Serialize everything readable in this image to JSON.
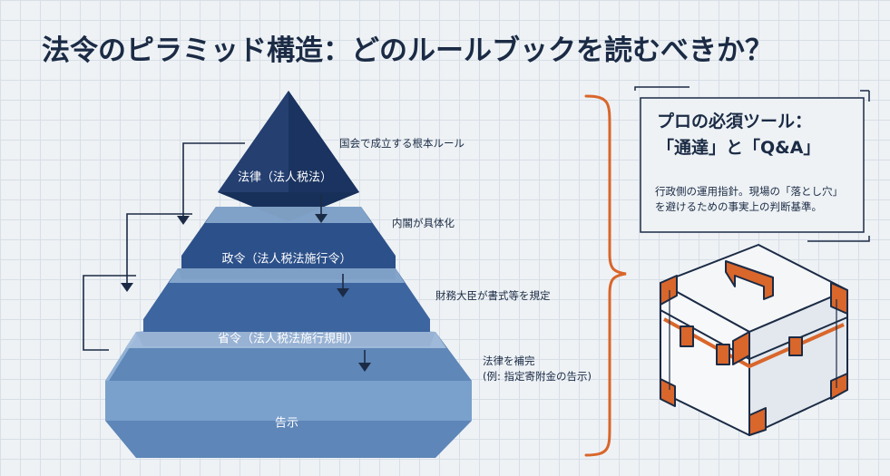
{
  "title": "法令のピラミッド構造：どのルールブックを読むべきか？",
  "pyramid": {
    "layers": [
      {
        "label": "法律（法人税法）",
        "description": [
          "国会で成立する根本ルール"
        ]
      },
      {
        "label": "政令（法人税法施行令）",
        "description": [
          "内閣が具体化"
        ]
      },
      {
        "label": "省令（法人税法施行規則）",
        "description": [
          "財務大臣が書式等を規定"
        ]
      },
      {
        "label": "告示",
        "description": [
          "法律を補完",
          "(例: 指定寄附金の告示)"
        ]
      }
    ]
  },
  "callout": {
    "title_line1": "プロの必須ツール：",
    "title_line2": "「通達」と「Q&A」",
    "text_line1": "行政側の運用指針。現場の「落とし穴」",
    "text_line2": "を避けるための事実上の判断基準。"
  },
  "colors": {
    "background": "#eef2f5",
    "navy": "#1b2b45",
    "accent_orange": "#d9662b",
    "layer_1": "#1f3a68",
    "layer_2": "#2c5089",
    "layer_3": "#3d65a0",
    "layer_4": "#6f97c6"
  },
  "icons": [
    "bracket-icon",
    "toolbox-icon"
  ]
}
